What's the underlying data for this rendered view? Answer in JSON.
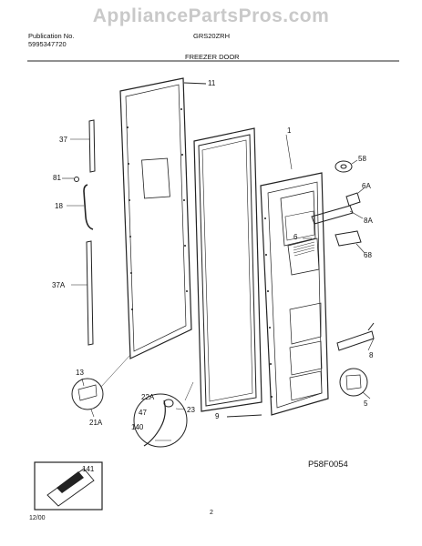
{
  "watermark": "AppliancePartsPros.com",
  "header": {
    "publication_label": "Publication No.",
    "publication_number": "5995347720",
    "model": "GRS20ZRH",
    "section_title": "FREEZER DOOR"
  },
  "callouts": {
    "c11": "11",
    "c1": "1",
    "c37": "37",
    "c81": "81",
    "c18": "18",
    "c37A": "37A",
    "c58": "58",
    "c6A": "6A",
    "c6": "6",
    "c8A": "8A",
    "c68": "68",
    "c8": "8",
    "c5": "5",
    "c9": "9",
    "c13": "13",
    "c21A": "21A",
    "c22A": "22A",
    "c47": "47",
    "c23": "23",
    "c140": "140",
    "c141": "141"
  },
  "diagram_code": "P58F0054",
  "footer": {
    "date": "12/00",
    "page": "2"
  }
}
